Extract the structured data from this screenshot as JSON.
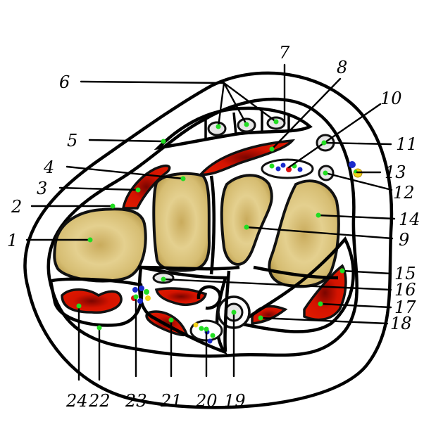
{
  "figure": {
    "labels": [
      {
        "id": "1",
        "text": "1"
      },
      {
        "id": "2",
        "text": "2"
      },
      {
        "id": "3",
        "text": "3"
      },
      {
        "id": "4",
        "text": "4"
      },
      {
        "id": "5",
        "text": "5"
      },
      {
        "id": "6",
        "text": "6"
      },
      {
        "id": "7",
        "text": "7"
      },
      {
        "id": "8",
        "text": "8"
      },
      {
        "id": "9",
        "text": "9"
      },
      {
        "id": "10",
        "text": "10"
      },
      {
        "id": "11",
        "text": "11"
      },
      {
        "id": "12",
        "text": "12"
      },
      {
        "id": "13",
        "text": "13"
      },
      {
        "id": "14",
        "text": "14"
      },
      {
        "id": "15",
        "text": "15"
      },
      {
        "id": "16",
        "text": "16"
      },
      {
        "id": "17",
        "text": "17"
      },
      {
        "id": "18",
        "text": "18"
      },
      {
        "id": "19",
        "text": "19"
      },
      {
        "id": "20",
        "text": "20"
      },
      {
        "id": "21",
        "text": "21"
      },
      {
        "id": "22",
        "text": "22"
      },
      {
        "id": "23",
        "text": "23"
      },
      {
        "id": "24",
        "text": "24"
      }
    ]
  },
  "colors": {
    "bone": "#d9c27a",
    "bone_dark": "#b89a4a",
    "muscle": "#cc1100",
    "muscle_dark": "#7a0500",
    "pointer_dot": "#22dd22",
    "outline": "#000000",
    "vessel_blue": "#1a2acc",
    "vessel_red": "#dd1111",
    "nerve_yellow": "#f2d21a"
  }
}
